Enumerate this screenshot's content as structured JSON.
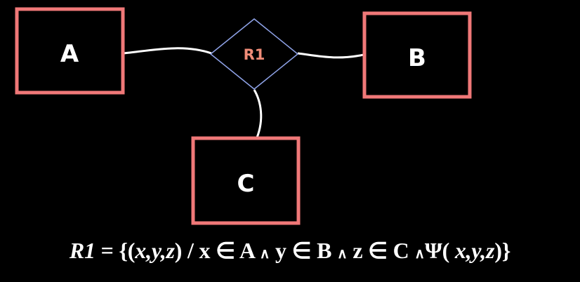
{
  "colors": {
    "background": "#000000",
    "entity_border": "#f07878",
    "relationship_border": "#8fa3e8",
    "relationship_label": "#f08c78",
    "connector": "#ffffff",
    "text": "#ffffff"
  },
  "entities": {
    "a": {
      "label": "A"
    },
    "b": {
      "label": "B"
    },
    "c": {
      "label": "C"
    }
  },
  "relationship": {
    "label": "R1"
  },
  "formula": {
    "name": "R1",
    "equals": " = {(",
    "vars": "x,y,z",
    "sep": ") / x ",
    "in1": "∈",
    "set1": " A ",
    "and1": "∧",
    "y_part": " y ",
    "in2": "∈",
    "set2": " B ",
    "and2": "∧",
    "z_part": " z ",
    "in3": "∈",
    "set3": " C ",
    "and3": "∧",
    "psi": "Ψ( ",
    "vars2": "x,y,z",
    "close": ")}"
  }
}
